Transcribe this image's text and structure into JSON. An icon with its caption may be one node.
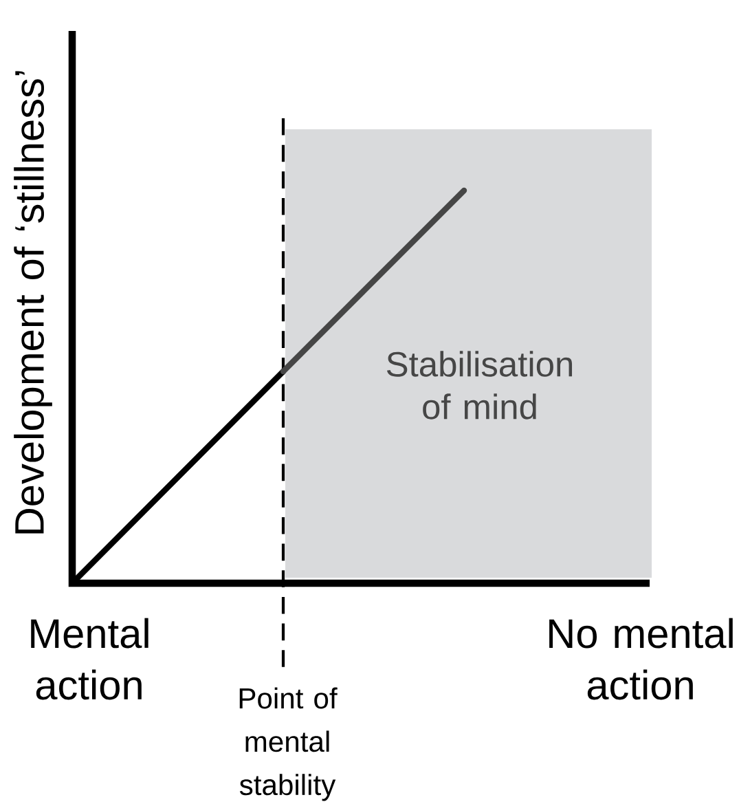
{
  "diagram": {
    "nodes": [
      {
        "text": [
          "Stabilisation of mind"
        ]
      }
    ],
    "labels": [
      "Development of ‘stillness’",
      "Mental action",
      "No mental action",
      "Point of mental stability"
    ]
  }
}
